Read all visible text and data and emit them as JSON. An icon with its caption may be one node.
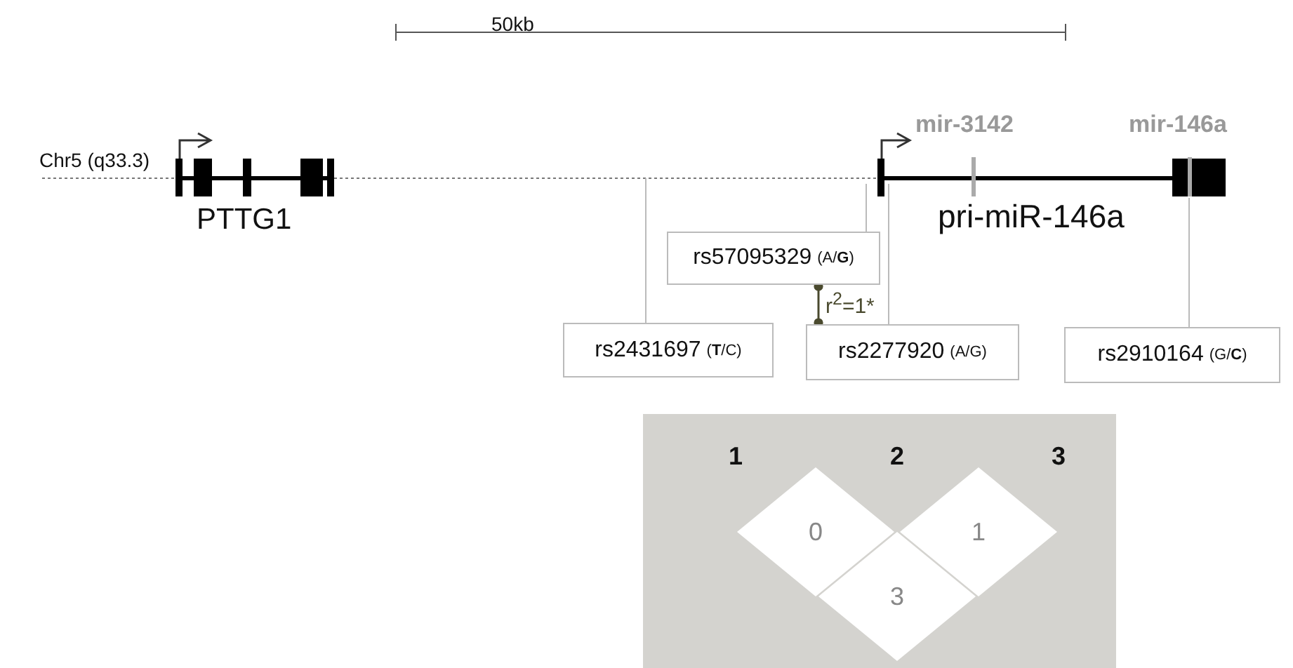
{
  "diagram": {
    "nodes": [
      {
        "text": [
          "rs57095329 (A/**G**)"
        ]
      },
      {
        "text": [
          "rs2431697 (**T**/C)"
        ]
      },
      {
        "text": [
          "rs2277920 (A/G)"
        ]
      },
      {
        "text": [
          "rs2910164 (G/**C**)"
        ]
      },
      {
        "text": [],
        "shape": "box"
      },
      {
        "text": [
          "0"
        ],
        "in": 4
      },
      {
        "text": [
          "1"
        ],
        "in": 4
      },
      {
        "text": [
          "3"
        ],
        "in": 4
      },
      {
        "text": [],
        "shape": "picture"
      }
    ],
    "edges": [
      {
        "from": 1,
        "to": null,
        "arrow": "none"
      },
      {
        "from": 0,
        "to": 8,
        "arrow": "none"
      },
      {
        "from": 2,
        "to": 8,
        "arrow": "none"
      },
      {
        "from": 3,
        "to": 8,
        "arrow": "none"
      },
      {
        "from": 0,
        "to": 2,
        "arrow": "other",
        "label": "r$^{2}$=1*",
        "color": "#4a4a2e"
      }
    ],
    "labels": [
      "50kb",
      "mir-3142",
      "mir-146a",
      "Chr5 (q33.3)",
      "PTTG1",
      "pri-miR-146a",
      "1",
      "2",
      "3"
    ]
  }
}
